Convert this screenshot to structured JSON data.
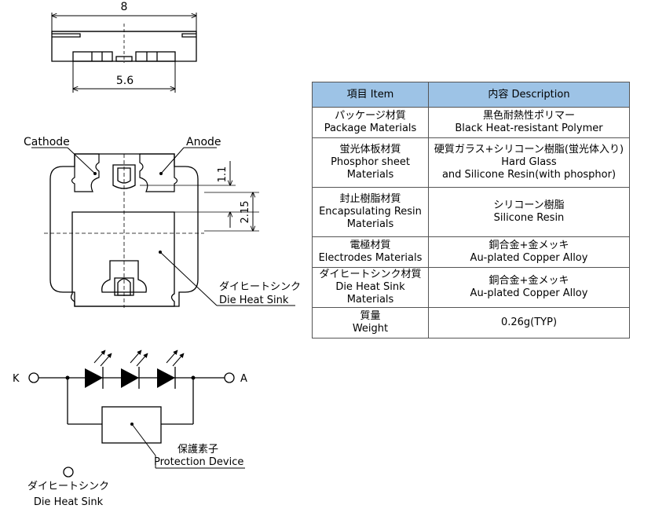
{
  "dimensions": {
    "package_width": "8",
    "pad_pitch": "5.6",
    "dim_1_1": "1.1",
    "dim_2_15": "2.15"
  },
  "labels": {
    "cathode": "Cathode",
    "anode": "Anode",
    "die_heat_sink_jp": "ダイヒートシンク",
    "die_heat_sink_en": "Die Heat Sink"
  },
  "circuit": {
    "k_label": "K",
    "a_label": "A",
    "protection_jp": "保護素子",
    "protection_en": "Protection Device",
    "heat_sink_jp": "ダイヒートシンク",
    "heat_sink_en": "Die Heat Sink"
  },
  "table": {
    "headers": [
      "項目 Item",
      "内容 Description"
    ],
    "rows": [
      {
        "item": [
          "パッケージ材質",
          "Package Materials"
        ],
        "desc": [
          "黒色耐熱性ポリマー",
          "Black Heat-resistant Polymer"
        ]
      },
      {
        "item": [
          "蛍光体板材質",
          "Phosphor sheet",
          "Materials"
        ],
        "desc": [
          "硬質ガラス+シリコーン樹脂(蛍光体入り)",
          "Hard Glass",
          "and Silicone Resin(with phosphor)"
        ]
      },
      {
        "item": [
          "封止樹脂材質",
          "Encapsulating Resin",
          "Materials"
        ],
        "desc": [
          "シリコーン樹脂",
          "Silicone Resin"
        ]
      },
      {
        "item": [
          "電極材質",
          "Electrodes Materials"
        ],
        "desc": [
          "銅合金+金メッキ",
          "Au-plated Copper Alloy"
        ]
      },
      {
        "item": [
          "ダイヒートシンク材質",
          "Die Heat Sink",
          "Materials"
        ],
        "desc": [
          "銅合金+金メッキ",
          "Au-plated Copper Alloy"
        ]
      },
      {
        "item": [
          "質量",
          "Weight"
        ],
        "desc": [
          "0.26g(TYP)"
        ]
      }
    ]
  }
}
